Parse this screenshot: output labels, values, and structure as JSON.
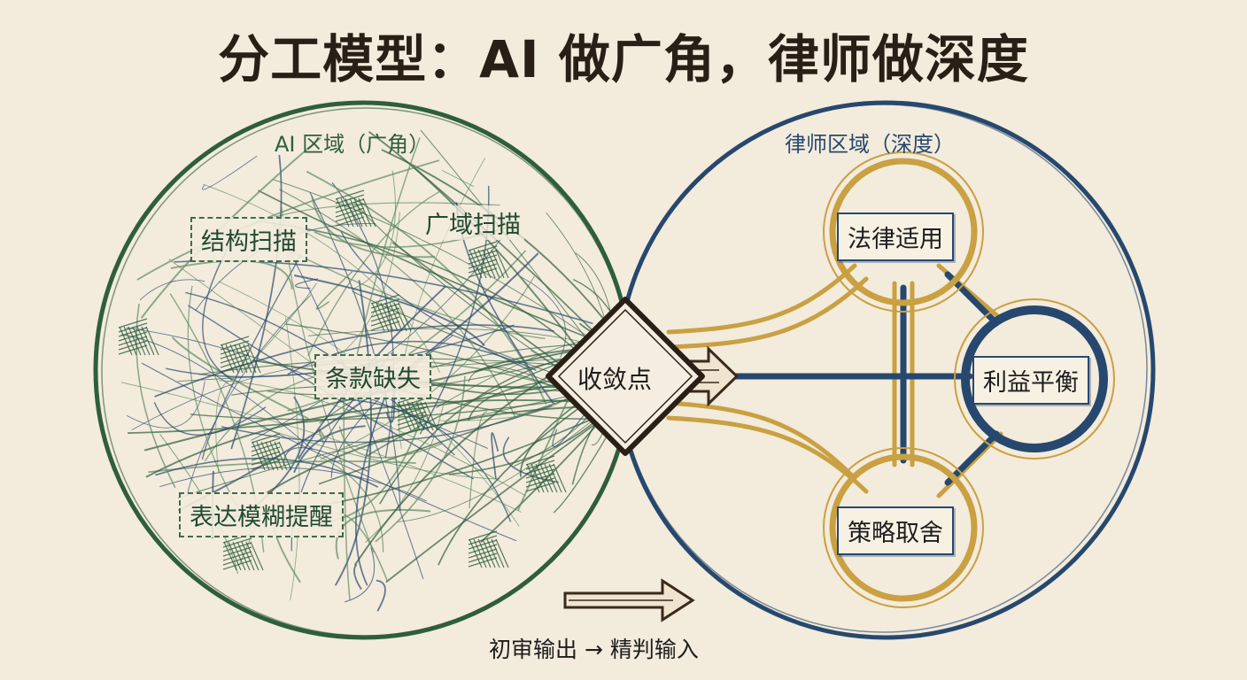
{
  "title": "分工模型：AI 做广角，律师做深度",
  "ai_zone": {
    "title": "AI 区域（广角）",
    "scan_labels": [
      "结构扫描",
      "条款缺失",
      "表达模糊提醒"
    ],
    "wide_scan_label": "广域扫描"
  },
  "convergence": {
    "label": "收敛点"
  },
  "lawyer_zone": {
    "title": "律师区域（深度）",
    "nodes": [
      "法律适用",
      "利益平衡",
      "策略取舍"
    ]
  },
  "flow_caption": "初审输出 → 精判输入",
  "colors": {
    "background": "#f3ebdc",
    "ai_green": "#2e5e3e",
    "lawyer_blue": "#27486e",
    "gold": "#c9a042",
    "ink": "#2a1f16"
  }
}
